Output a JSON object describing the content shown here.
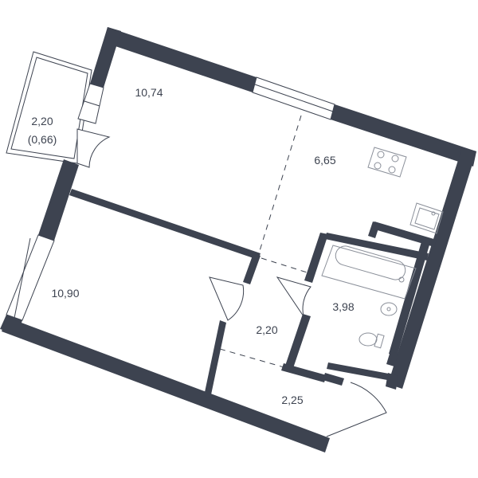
{
  "rooms": {
    "room_main": {
      "area": "10,74"
    },
    "kitchen": {
      "area": "6,65"
    },
    "bedroom": {
      "area": "10,90"
    },
    "bathroom": {
      "area": "3,98"
    },
    "corridor": {
      "area": "2,20"
    },
    "hall": {
      "area": "2,25"
    },
    "balcony": {
      "area": "2,20",
      "reduced_area": "(0,66)"
    }
  },
  "colors": {
    "wall": "#3d4350",
    "fixture": "#8a8f99",
    "background": "#ffffff"
  }
}
